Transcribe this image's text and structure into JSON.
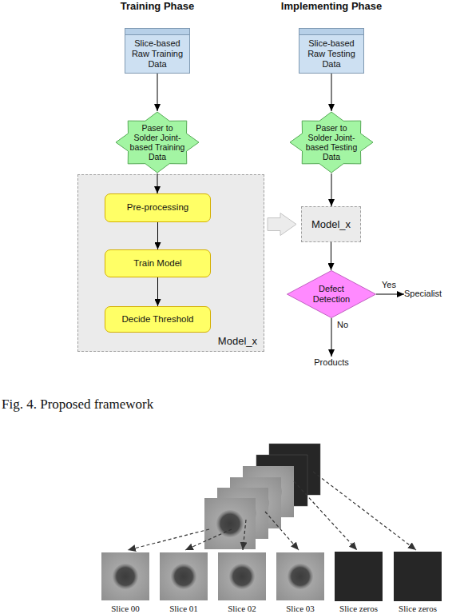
{
  "diagram": {
    "caption": "Fig. 4. Proposed framework",
    "nodes": [
      {
        "text": [
          "Slice-based Raw Training Data"
        ]
      },
      {
        "text": [
          "Paser to Solder Joint-based Training Data"
        ]
      },
      {
        "text": [
          "Model_x"
        ]
      },
      {
        "text": [
          "Pre-processing"
        ],
        "in": 2
      },
      {
        "text": [
          "Train Model"
        ],
        "in": 2
      },
      {
        "text": [
          "Decide Threshold"
        ],
        "in": 2
      },
      {
        "text": [
          "Slice-based Raw Testing Data"
        ]
      },
      {
        "text": [
          "Paser to Solder Joint-based Testing Data"
        ]
      },
      {
        "text": [
          "Model_x"
        ]
      },
      {
        "text": [
          "Defect Detection"
        ]
      },
      {
        "text": [
          "Specialist"
        ]
      },
      {
        "text": [
          "Products"
        ]
      }
    ],
    "edges": [
      {
        "from": 0,
        "to": 1,
        "arrow": "to"
      },
      {
        "from": 1,
        "to": 3,
        "arrow": "to"
      },
      {
        "from": 3,
        "to": 4,
        "arrow": "to"
      },
      {
        "from": 4,
        "to": 5,
        "arrow": "to"
      },
      {
        "from": 2,
        "to": 8,
        "arrow": "to"
      },
      {
        "from": 6,
        "to": 7,
        "arrow": "to"
      },
      {
        "from": 7,
        "to": 8,
        "arrow": "to"
      },
      {
        "from": 8,
        "to": 9,
        "arrow": "to"
      },
      {
        "from": 9,
        "to": 10,
        "label": "Yes",
        "arrow": "to"
      },
      {
        "from": 9,
        "to": 11,
        "label": "No",
        "arrow": "to"
      }
    ],
    "labels": [
      "Training Phase",
      "Implementing Phase",
      "Slice 00",
      "Slice 01",
      "Slice 02",
      "Slice 03",
      "Slice zeros",
      "Slice zeros"
    ]
  }
}
